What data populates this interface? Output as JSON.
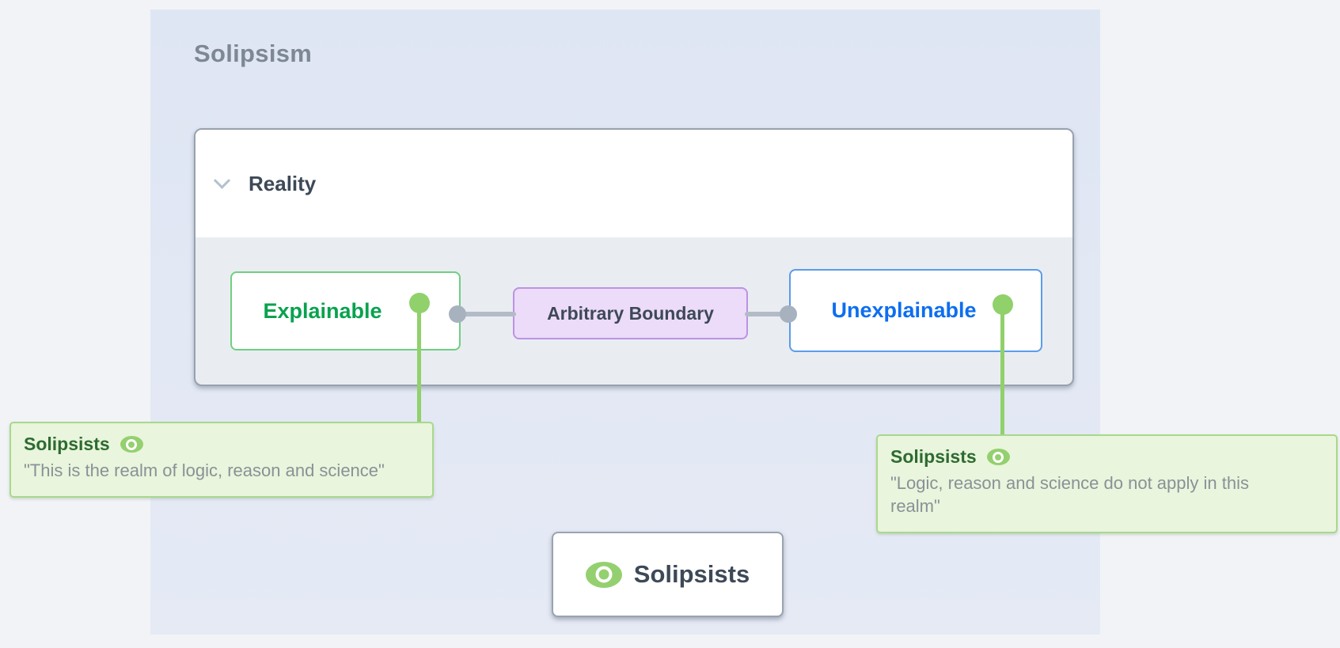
{
  "boundary": {
    "title": "Solipsism"
  },
  "group": {
    "label": "Reality"
  },
  "nodes": {
    "explainable": {
      "label": "Explainable"
    },
    "arbitrary_boundary": {
      "label": "Arbitrary Boundary"
    },
    "unexplainable": {
      "label": "Unexplainable"
    }
  },
  "annotations": {
    "left": {
      "title": "Solipsists",
      "quote": "\"This is the realm of logic, reason and science\""
    },
    "right": {
      "title": "Solipsists",
      "quote": "\"Logic, reason and science do not apply in this realm\""
    }
  },
  "actor": {
    "label": "Solipsists"
  },
  "icons": {
    "group_collapse": "chevron-down-icon",
    "observer": "eye-icon"
  },
  "colors": {
    "page_background": "#f1f3f6",
    "boundary_background": "#e3e9f5",
    "boundary_title": "#7d8894",
    "group_border": "#98a2ae",
    "group_body": "#e9edf2",
    "accent_green": "#90d16c",
    "explainable_border": "#70cf81",
    "explainable_text": "#08a24e",
    "arbitrary_bg": "#ecdbf9",
    "arbitrary_border": "#bd92e4",
    "unexplainable_border": "#5b9cea",
    "unexplainable_text": "#0d6ef0",
    "connector_gray": "#a8b1be",
    "annotation_bg": "#e9f5dc",
    "annotation_border": "#a9d88d",
    "annotation_title": "#2e6b31",
    "annotation_quote": "#8a9197",
    "dark_text": "#3d4957"
  }
}
